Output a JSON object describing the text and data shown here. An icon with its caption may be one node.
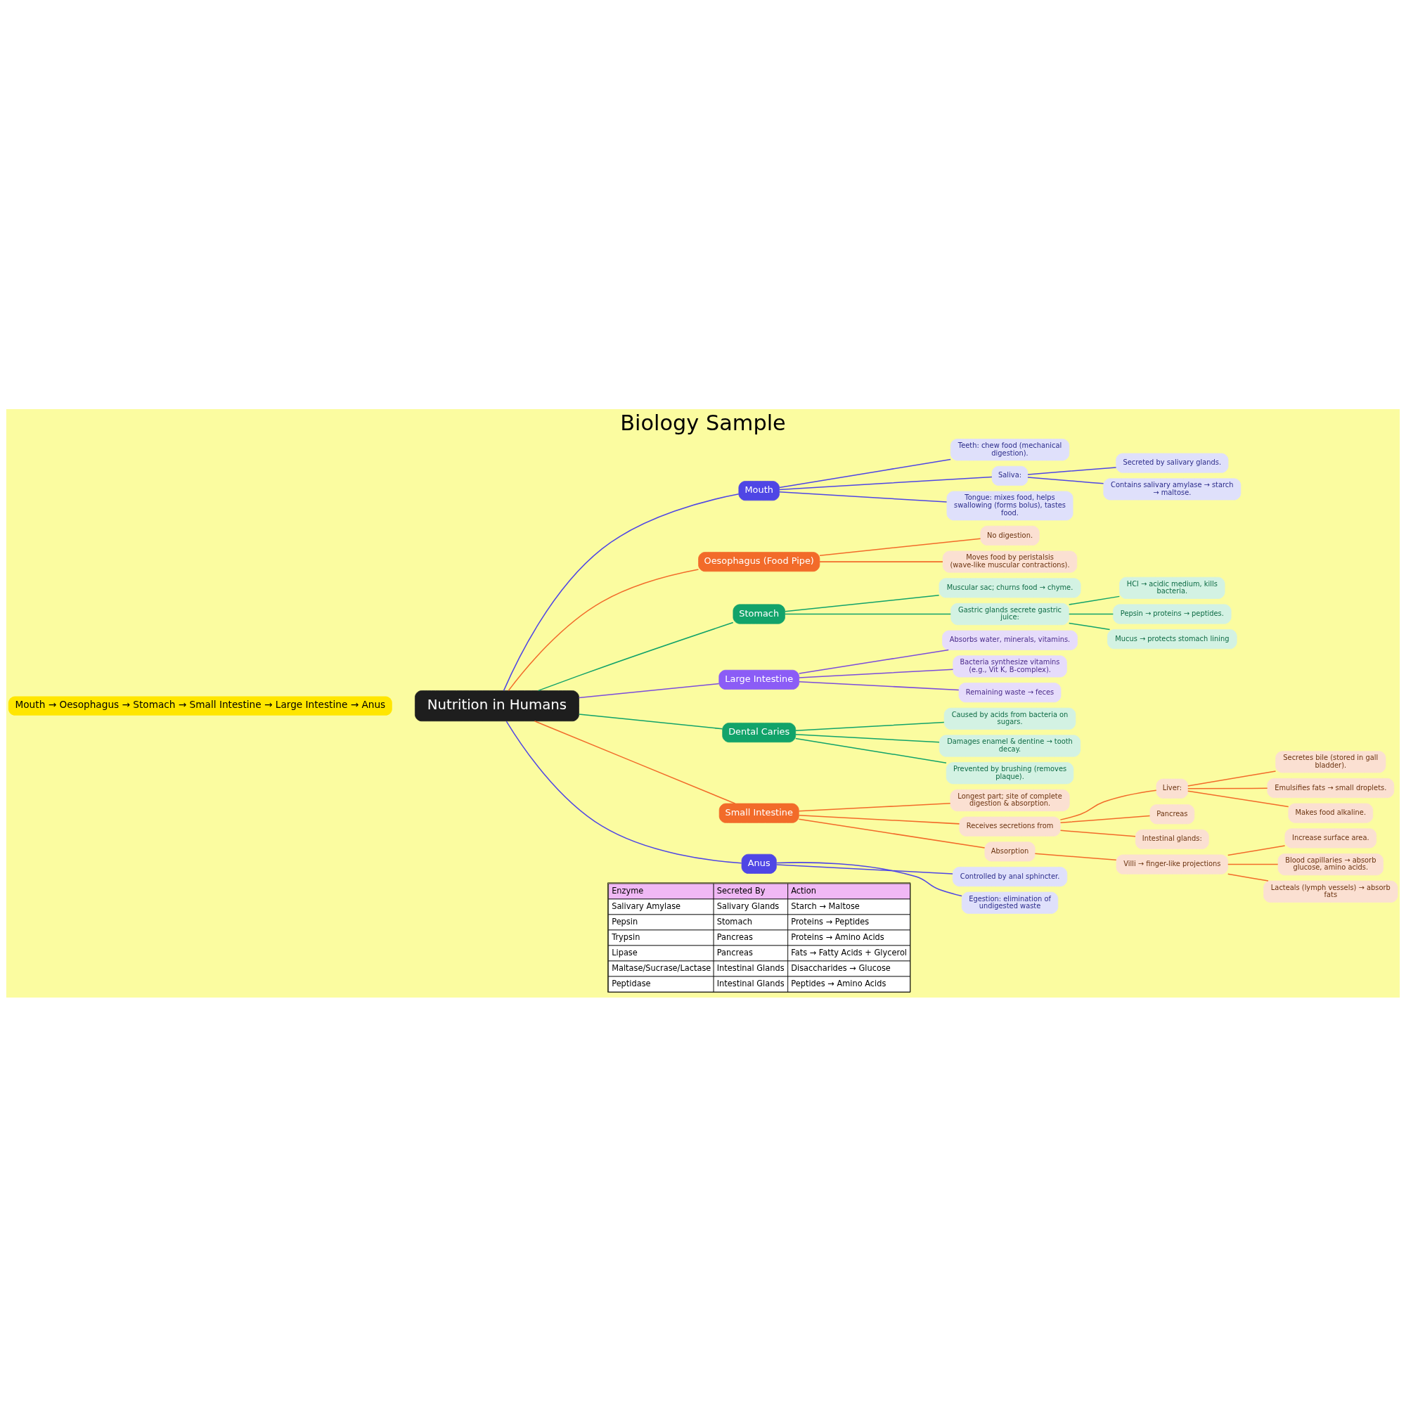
{
  "diagram": {
    "title": "Biology Sample",
    "nodes": [
      {
        "text": [
          "Nutrition in Humans"
        ]
      },
      {
        "text": [
          "Mouth"
        ]
      },
      {
        "text": [
          "Teeth: chew food (mechanical digestion)."
        ]
      },
      {
        "text": [
          "Saliva:"
        ]
      },
      {
        "text": [
          "Secreted by salivary glands."
        ]
      },
      {
        "text": [
          "Contains salivary amylase → starch → maltose."
        ]
      },
      {
        "text": [
          "Tongue: mixes food, helps swallowing (forms bolus), tastes food."
        ]
      },
      {
        "text": [
          "Oesophagus (Food Pipe)"
        ]
      },
      {
        "text": [
          "No digestion."
        ]
      },
      {
        "text": [
          "Moves food by peristalsis (wave-like muscular contractions)."
        ]
      },
      {
        "text": [
          "Stomach"
        ]
      },
      {
        "text": [
          "Muscular sac; churns food → chyme."
        ]
      },
      {
        "text": [
          "Gastric glands secrete gastric juice:"
        ]
      },
      {
        "text": [
          "HCl → acidic medium, kills bacteria."
        ]
      },
      {
        "text": [
          "Pepsin → proteins → peptides."
        ]
      },
      {
        "text": [
          "Mucus → protects stomach lining"
        ]
      },
      {
        "text": [
          "Large Intestine"
        ]
      },
      {
        "text": [
          "Absorbs water, minerals, vitamins."
        ]
      },
      {
        "text": [
          "Bacteria synthesize vitamins (e.g., Vit K, B-complex)."
        ]
      },
      {
        "text": [
          "Remaining waste → feces"
        ]
      },
      {
        "text": [
          "Dental Caries"
        ]
      },
      {
        "text": [
          "Caused by acids from bacteria on sugars."
        ]
      },
      {
        "text": [
          "Damages enamel & dentine → tooth decay."
        ]
      },
      {
        "text": [
          "Prevented by brushing (removes plaque)."
        ]
      },
      {
        "text": [
          "Small Intestine"
        ]
      },
      {
        "text": [
          "Longest part; site of complete digestion & absorption."
        ]
      },
      {
        "text": [
          "Receives secretions from"
        ]
      },
      {
        "text": [
          "Liver:"
        ]
      },
      {
        "text": [
          "Secretes bile (stored in gall bladder)."
        ]
      },
      {
        "text": [
          "Emulsifies fats → small droplets."
        ]
      },
      {
        "text": [
          "Makes food alkaline."
        ]
      },
      {
        "text": [
          "Pancreas"
        ]
      },
      {
        "text": [
          "Intestinal glands:"
        ]
      },
      {
        "text": [
          "Absorption"
        ]
      },
      {
        "text": [
          "Villi → finger-like projections"
        ]
      },
      {
        "text": [
          "Increase surface area."
        ]
      },
      {
        "text": [
          "Blood capillaries → absorb glucose, amino acids."
        ]
      },
      {
        "text": [
          "Lacteals (lymph vessels) → absorb fats"
        ]
      },
      {
        "text": [
          "Anus"
        ]
      },
      {
        "text": [
          "Controlled by anal sphincter."
        ]
      },
      {
        "text": [
          "Egestion: elimination of undigested waste"
        ]
      }
    ],
    "edges": [
      {
        "from": 0,
        "to": 1,
        "arrow": "none",
        "color": "#4f46e5"
      },
      {
        "from": 1,
        "to": 2,
        "arrow": "none",
        "color": "#4f46e5"
      },
      {
        "from": 1,
        "to": 3,
        "arrow": "none",
        "color": "#4f46e5"
      },
      {
        "from": 3,
        "to": 4,
        "arrow": "none",
        "color": "#4f46e5"
      },
      {
        "from": 3,
        "to": 5,
        "arrow": "none",
        "color": "#4f46e5"
      },
      {
        "from": 1,
        "to": 6,
        "arrow": "none",
        "color": "#4f46e5"
      },
      {
        "from": 0,
        "to": 7,
        "arrow": "none",
        "color": "#f26b2a"
      },
      {
        "from": 7,
        "to": 8,
        "arrow": "none",
        "color": "#f26b2a"
      },
      {
        "from": 7,
        "to": 9,
        "arrow": "none",
        "color": "#f26b2a"
      },
      {
        "from": 0,
        "to": 10,
        "arrow": "none",
        "color": "#12a36a"
      },
      {
        "from": 10,
        "to": 11,
        "arrow": "none",
        "color": "#12a36a"
      },
      {
        "from": 10,
        "to": 12,
        "arrow": "none",
        "color": "#12a36a"
      },
      {
        "from": 12,
        "to": 13,
        "arrow": "none",
        "color": "#12a36a"
      },
      {
        "from": 12,
        "to": 14,
        "arrow": "none",
        "color": "#12a36a"
      },
      {
        "from": 12,
        "to": 15,
        "arrow": "none",
        "color": "#12a36a"
      },
      {
        "from": 0,
        "to": 16,
        "arrow": "none",
        "color": "#7c4ddb"
      },
      {
        "from": 16,
        "to": 17,
        "arrow": "none",
        "color": "#7c4ddb"
      },
      {
        "from": 16,
        "to": 18,
        "arrow": "none",
        "color": "#7c4ddb"
      },
      {
        "from": 16,
        "to": 19,
        "arrow": "none",
        "color": "#7c4ddb"
      },
      {
        "from": 0,
        "to": 20,
        "arrow": "none",
        "color": "#12a36a"
      },
      {
        "from": 20,
        "to": 21,
        "arrow": "none",
        "color": "#12a36a"
      },
      {
        "from": 20,
        "to": 22,
        "arrow": "none",
        "color": "#12a36a"
      },
      {
        "from": 20,
        "to": 23,
        "arrow": "none",
        "color": "#12a36a"
      },
      {
        "from": 0,
        "to": 24,
        "arrow": "none",
        "color": "#f26b2a"
      },
      {
        "from": 24,
        "to": 25,
        "arrow": "none",
        "color": "#f26b2a"
      },
      {
        "from": 24,
        "to": 26,
        "arrow": "none",
        "color": "#f26b2a"
      },
      {
        "from": 26,
        "to": 27,
        "arrow": "none",
        "color": "#f26b2a"
      },
      {
        "from": 27,
        "to": 28,
        "arrow": "none",
        "color": "#f26b2a"
      },
      {
        "from": 27,
        "to": 29,
        "arrow": "none",
        "color": "#f26b2a"
      },
      {
        "from": 27,
        "to": 30,
        "arrow": "none",
        "color": "#f26b2a"
      },
      {
        "from": 26,
        "to": 31,
        "arrow": "none",
        "color": "#f26b2a"
      },
      {
        "from": 26,
        "to": 32,
        "arrow": "none",
        "color": "#f26b2a"
      },
      {
        "from": 24,
        "to": 33,
        "arrow": "none",
        "color": "#f26b2a"
      },
      {
        "from": 33,
        "to": 34,
        "arrow": "none",
        "color": "#f26b2a"
      },
      {
        "from": 34,
        "to": 35,
        "arrow": "none",
        "color": "#f26b2a"
      },
      {
        "from": 34,
        "to": 36,
        "arrow": "none",
        "color": "#f26b2a"
      },
      {
        "from": 34,
        "to": 37,
        "arrow": "none",
        "color": "#f26b2a"
      },
      {
        "from": 0,
        "to": 38,
        "arrow": "none",
        "color": "#4f46e5"
      },
      {
        "from": 38,
        "to": 39,
        "arrow": "none",
        "color": "#4f46e5"
      },
      {
        "from": 38,
        "to": 40,
        "arrow": "none",
        "color": "#4f46e5"
      }
    ],
    "labels": [
      "Mouth → Oesophagus → Stomach → Small Intestine → Large Intestine → Anus",
      "Enzyme",
      "Secreted By",
      "Action",
      "Salivary Amylase",
      "Salivary Glands",
      "Starch → Maltose",
      "Pepsin",
      "Stomach",
      "Proteins → Peptides",
      "Trypsin",
      "Pancreas",
      "Proteins → Amino Acids",
      "Lipase",
      "Pancreas",
      "Fats → Fatty Acids + Glycerol",
      "Maltase/Sucrase/Lactase",
      "Intestinal Glands",
      "Disaccharides → Glucose",
      "Peptidase",
      "Intestinal Glands",
      "Peptides → Amino Acids"
    ]
  }
}
